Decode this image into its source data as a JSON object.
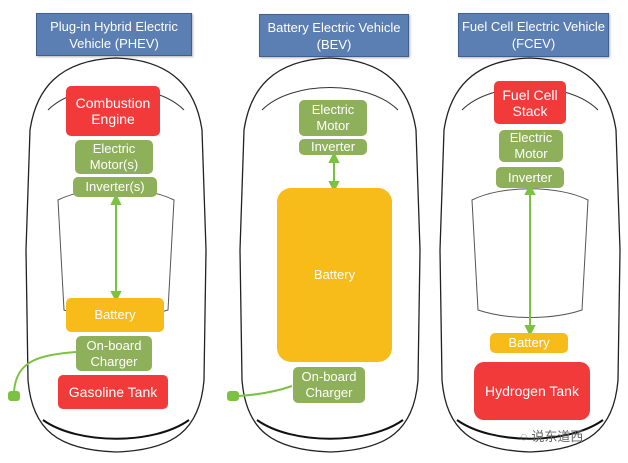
{
  "columns": [
    {
      "title": "Plug-in Hybrid Electric Vehicle (PHEV)",
      "components": {
        "engine": "Combustion Engine",
        "motor": "Electric Motor(s)",
        "inverter": "Inverter(s)",
        "battery": "Battery",
        "charger": "On-board Charger",
        "tank": "Gasoline Tank"
      }
    },
    {
      "title": "Battery Electric Vehicle (BEV)",
      "components": {
        "motor": "Electric Motor",
        "inverter": "Inverter",
        "battery": "Battery",
        "charger": "On-board Charger"
      }
    },
    {
      "title": "Fuel Cell Electric Vehicle (FCEV)",
      "components": {
        "stack": "Fuel Cell Stack",
        "motor": "Electric Motor",
        "inverter": "Inverter",
        "battery": "Battery",
        "tank": "Hydrogen Tank"
      }
    }
  ],
  "watermark": "说东道西",
  "colors": {
    "title": "#5b7fb3",
    "red": "#f23a3a",
    "green": "#8fb05a",
    "yellow": "#f7bb1a",
    "connector": "#7cc242"
  }
}
